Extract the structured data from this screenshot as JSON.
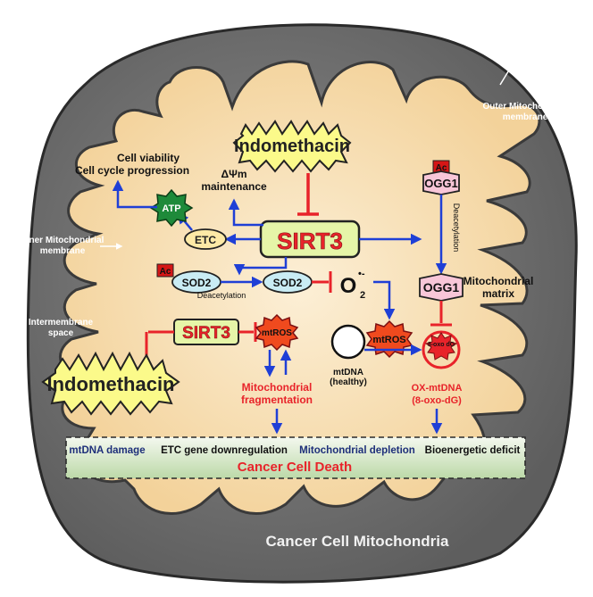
{
  "title": "Cancer Cell Mitochondria",
  "regions": {
    "outer_membrane": "Outer Mitochondrial membrane",
    "inner_membrane": "Inner Mitochondrial membrane",
    "intermembrane": "Intermembrane space",
    "matrix": "Mitochondrial matrix"
  },
  "nodes": {
    "indomethacin_top": "Indomethacin",
    "indomethacin_left": "Indomethacin",
    "sirt3_main": "SIRT3",
    "sirt3_small": "SIRT3",
    "atp": "ATP",
    "etc": "ETC",
    "sod2_ac": "SOD2",
    "sod2": "SOD2",
    "superoxide": "O",
    "superoxide_sub": "2",
    "superoxide_sup": "•-",
    "ogg1_ac": "OGG1",
    "ogg1": "OGG1",
    "ac_badge_sod2": "Ac",
    "ac_badge_ogg1": "Ac",
    "mtros_small": "mtROS",
    "mtros_mid": "mtROS",
    "oxo_dg": "8-oxo dG",
    "mtdna_healthy": "mtDNA (healthy)",
    "ox_mtdna_1": "OX-mtDNA",
    "ox_mtdna_2": "(8-oxo-dG)"
  },
  "labels": {
    "cell_viability": "Cell viability",
    "cell_cycle": "Cell cycle progression",
    "dpsi": "ΔΨm",
    "dpsi_2": "maintenance",
    "deacetylation_h": "Deacetylation",
    "deacetylation_v": "Deacetylation",
    "mito_frag_1": "Mitochondrial",
    "mito_frag_2": "fragmentation"
  },
  "outcome_box": {
    "items": [
      "mtDNA damage",
      "ETC gene downregulation",
      "Mitochondrial depletion",
      "Bioenergetic deficit"
    ],
    "result": "Cancer Cell Death"
  },
  "colors": {
    "outer": "#7a7a7a",
    "matrix": "#f5d9a6",
    "inhibit": "#e8232a",
    "activate": "#1f3fd6",
    "sirt_fill": "#e6f5a8",
    "indo_fill": "#fbfa8a"
  }
}
